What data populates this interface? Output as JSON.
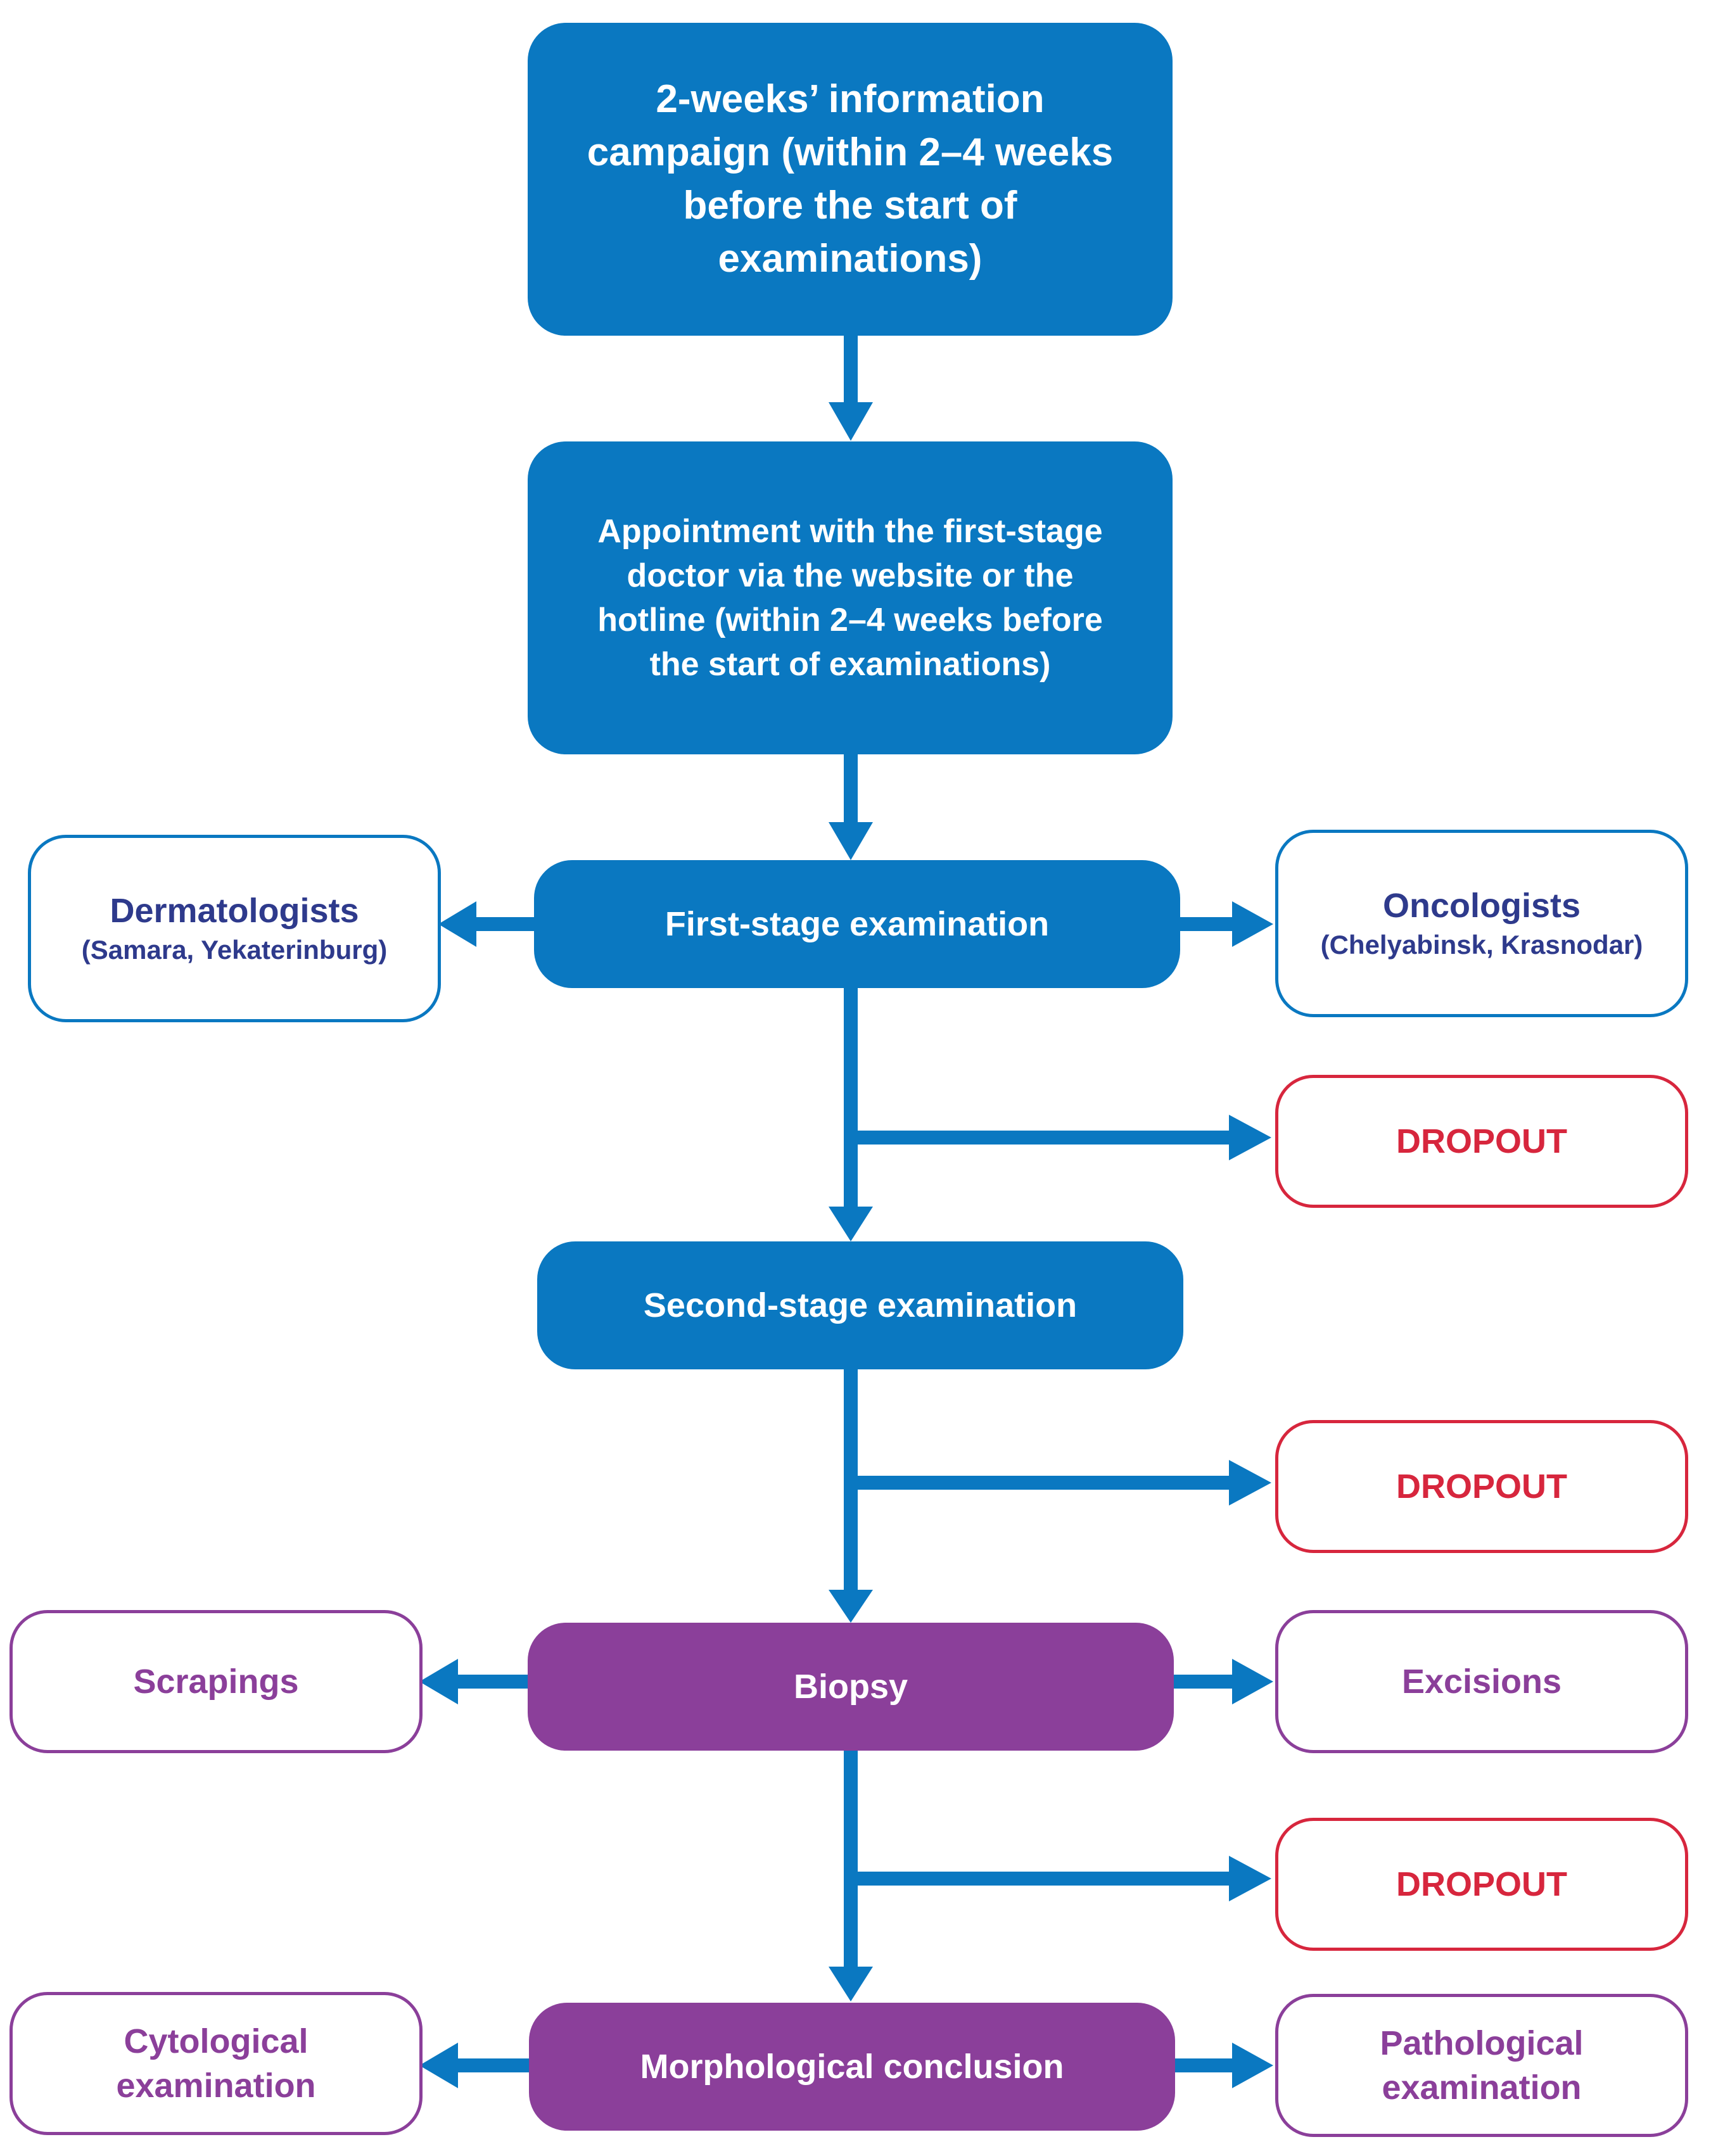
{
  "nodes": {
    "info_campaign": "2-weeks’ information campaign (within 2–4 weeks before the start of examinations)",
    "appointment": "Appointment with the first-stage doctor via the website or the hotline (within 2–4 weeks before the start of examinations)",
    "first_stage": "First-stage examination",
    "dermatologists": {
      "title": "Dermatologists",
      "subtitle": "(Samara, Yekaterinburg)"
    },
    "oncologists": {
      "title": "Oncologists",
      "subtitle": "(Chelyabinsk, Krasnodar)"
    },
    "dropout_1": "DROPOUT",
    "second_stage": "Second-stage examination",
    "dropout_2": "DROPOUT",
    "biopsy": "Biopsy",
    "scrapings": "Scrapings",
    "excisions": "Excisions",
    "dropout_3": "DROPOUT",
    "morphological": "Morphological conclusion",
    "cytological": "Cytological examination",
    "pathological": "Pathological examination"
  },
  "colors": {
    "blue": "#0a78c1",
    "purple": "#8b3f9a",
    "red": "#d7263d",
    "navy_text": "#2e3a8c"
  }
}
